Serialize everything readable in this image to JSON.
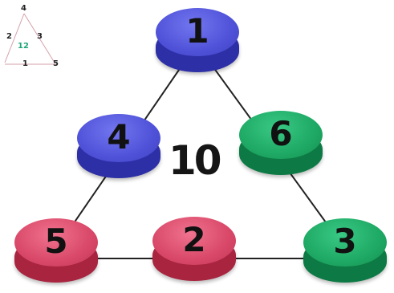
{
  "reference": {
    "top": "4",
    "left": "2",
    "right": "3",
    "center": "12",
    "bottom_left": "",
    "bottom": "1",
    "bottom_right": "5"
  },
  "puzzle": {
    "side_sum": "10",
    "tokens": [
      {
        "value": "1",
        "color": "blue",
        "position": "top"
      },
      {
        "value": "4",
        "color": "blue",
        "position": "left-middle"
      },
      {
        "value": "6",
        "color": "green",
        "position": "right-middle"
      },
      {
        "value": "5",
        "color": "red",
        "position": "bottom-left"
      },
      {
        "value": "2",
        "color": "red",
        "position": "bottom-middle"
      },
      {
        "value": "3",
        "color": "green",
        "position": "bottom-right"
      }
    ]
  },
  "colors": {
    "blue": "#4f52d8",
    "green": "#1ea964",
    "red": "#d94868",
    "sum_green": "#1fa67a"
  }
}
